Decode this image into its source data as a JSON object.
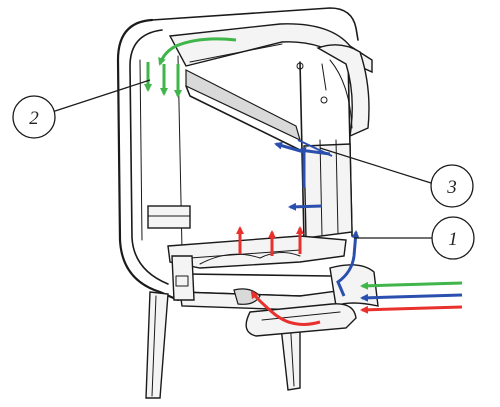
{
  "callouts": [
    {
      "id": "1",
      "label": "1"
    },
    {
      "id": "2",
      "label": "2"
    },
    {
      "id": "3",
      "label": "3"
    }
  ],
  "colors": {
    "primary_air": "#e8312c",
    "secondary_air": "#2a4fae",
    "tertiary_air": "#3fb54a",
    "outline": "#1a1a1a"
  },
  "icons": {
    "red": "upward-arrow-icon",
    "blue": "flow-arrow-icon",
    "green": "flow-arrow-icon"
  }
}
